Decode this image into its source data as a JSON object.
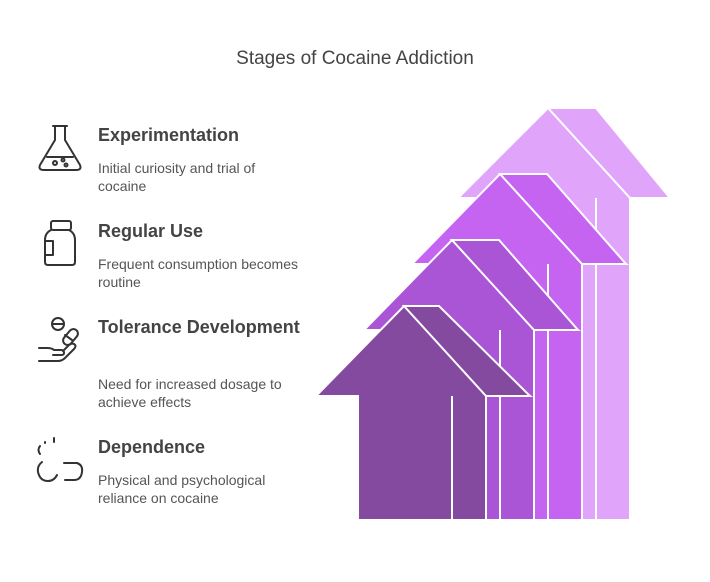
{
  "title": "Stages of Cocaine Addiction",
  "stages": [
    {
      "label": "Experimentation",
      "description": "Initial curiosity and trial of cocaine",
      "icon": "flask-icon",
      "color": "#e0a4fb"
    },
    {
      "label": "Regular Use",
      "description": "Frequent consumption becomes routine",
      "icon": "pill-bottle-icon",
      "color": "#c564f1"
    },
    {
      "label": "Tolerance Development",
      "description": "Need for increased dosage to achieve effects",
      "icon": "pills-hand-icon",
      "color": "#a955d5"
    },
    {
      "label": "Dependence",
      "description": "Physical and psychological reliance on cocaine",
      "icon": "broken-link-icon",
      "color": "#844a9f"
    }
  ]
}
